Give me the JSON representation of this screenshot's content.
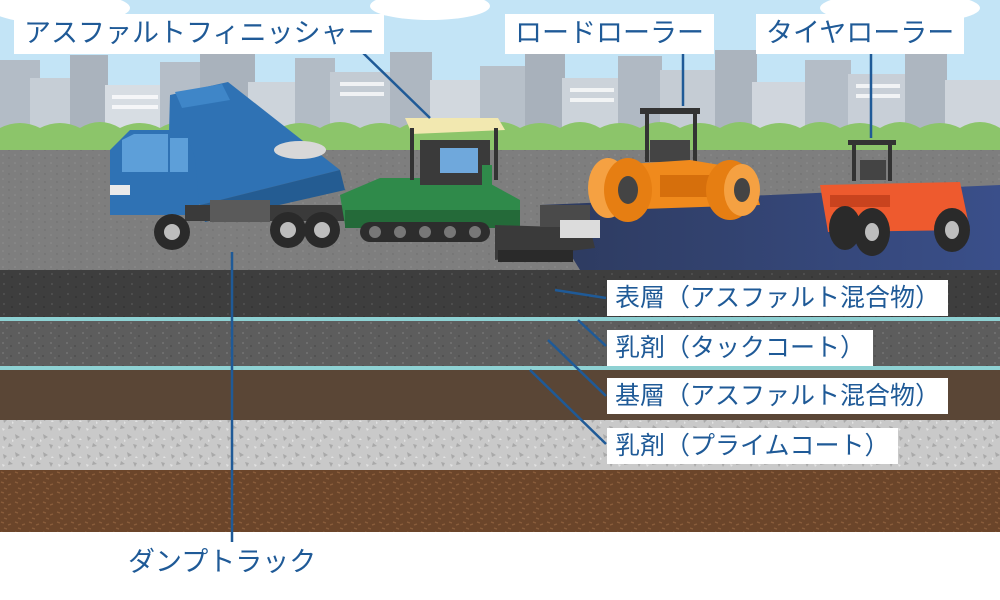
{
  "labels": {
    "asphalt_finisher": "アスファルトフィニッシャー",
    "road_roller": "ロードローラー",
    "tire_roller": "タイヤローラー",
    "dump_truck": "ダンプトラック"
  },
  "layers": {
    "surface": "表層（アスファルト混合物）",
    "tack_coat": "乳剤（タックコート）",
    "base": "基層（アスファルト混合物）",
    "prime_coat": "乳剤（プライムコート）"
  },
  "colors": {
    "label_text": "#1f5a97",
    "leader_line": "#1f5a97",
    "sky": "#bfe3f5",
    "grass": "#8cc56a",
    "road": "#7b7b7b",
    "fresh_asphalt": "#2e3e62",
    "surface_layer": "#3d3d3d",
    "tack_line": "#8ed1d3",
    "base_layer": "#6b6b6b",
    "gravel_layer": "#c7c7c7",
    "soil_layer": "#6a4429",
    "dump_truck": "#2f72b4",
    "finisher_body": "#2f8a4a",
    "finisher_canopy": "#f2e8b0",
    "road_roller": "#f08a1c",
    "tire_roller": "#ee5a2e"
  }
}
